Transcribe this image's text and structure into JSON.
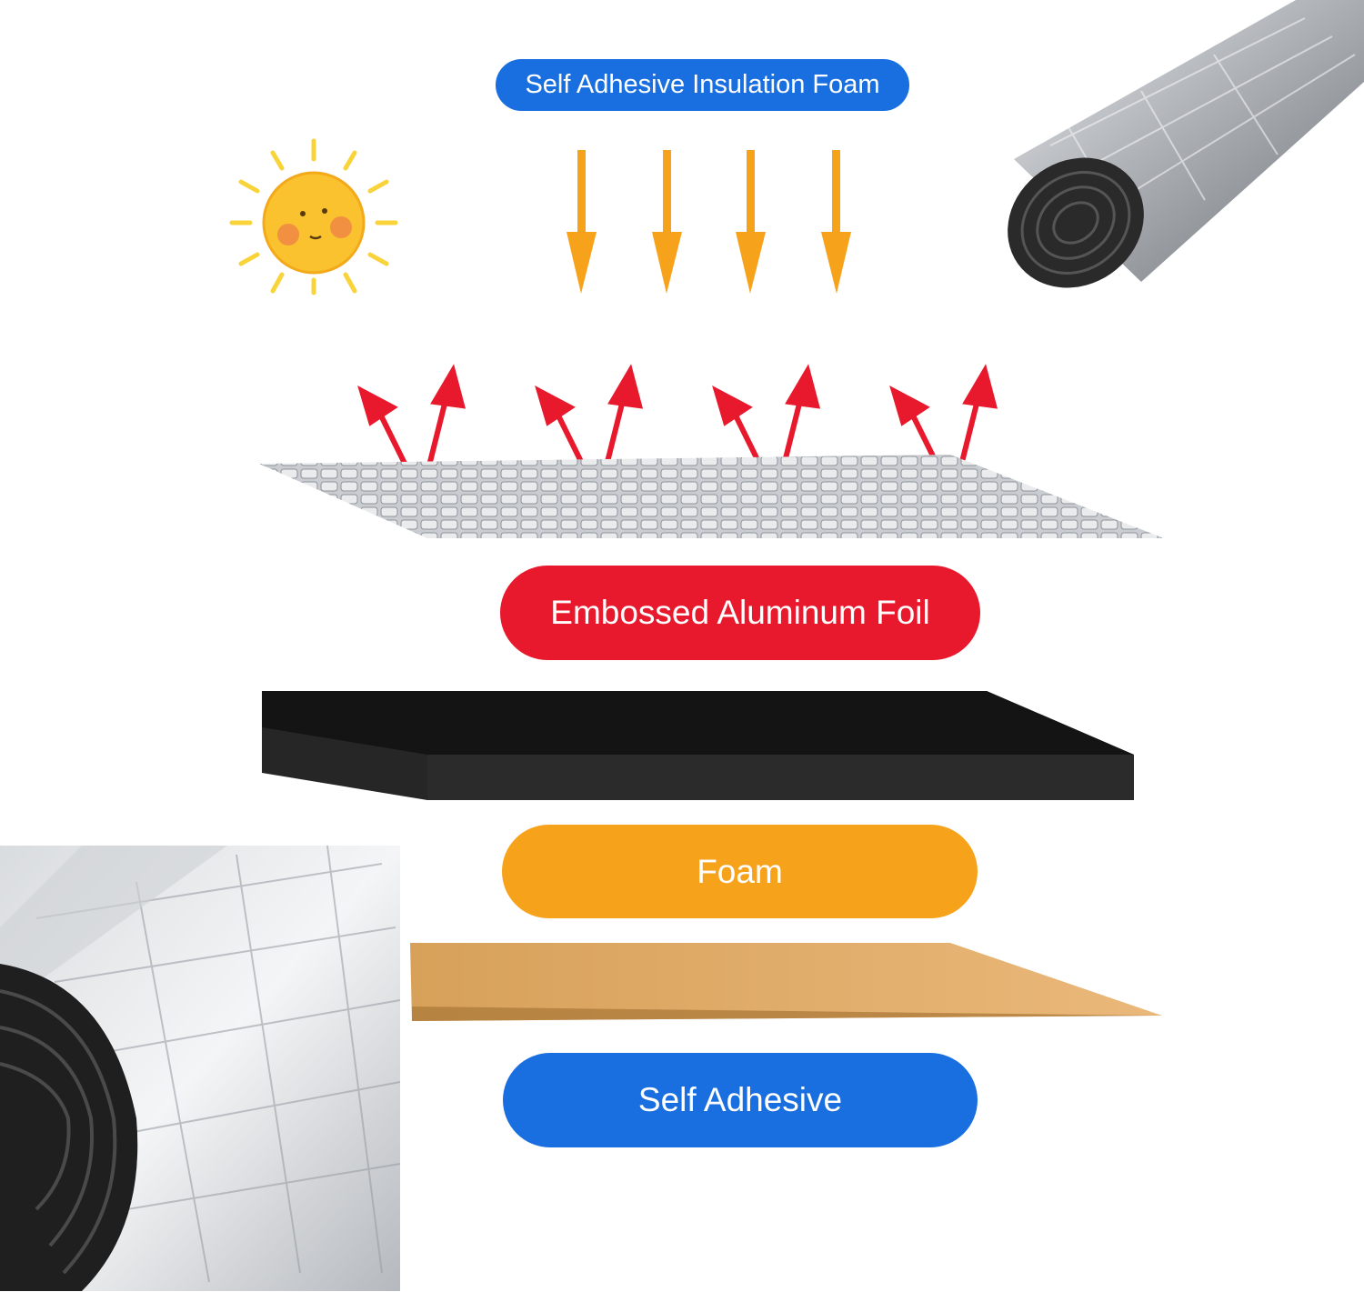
{
  "labels": {
    "title": "Self Adhesive Insulation Foam",
    "foil": "Embossed Aluminum Foil",
    "foam": "Foam",
    "adhesive": "Self Adhesive"
  },
  "colors": {
    "title_pill": "#1a6fe0",
    "foil_pill": "#e8192c",
    "foam_pill": "#f7a21b",
    "adhesive_pill": "#1a6fe0",
    "down_arrow": "#f7a21b",
    "up_arrow": "#e8192c",
    "foam_layer": "#1c1c1c",
    "adhesive_layer": "#e0a85a",
    "foil_layer": "#c9ccd0",
    "sun": "#f9c22e"
  },
  "icons": {
    "sun": "sun-icon",
    "roll_top": "foil-roll-image",
    "roll_bottom": "foil-roll-closeup-image"
  }
}
